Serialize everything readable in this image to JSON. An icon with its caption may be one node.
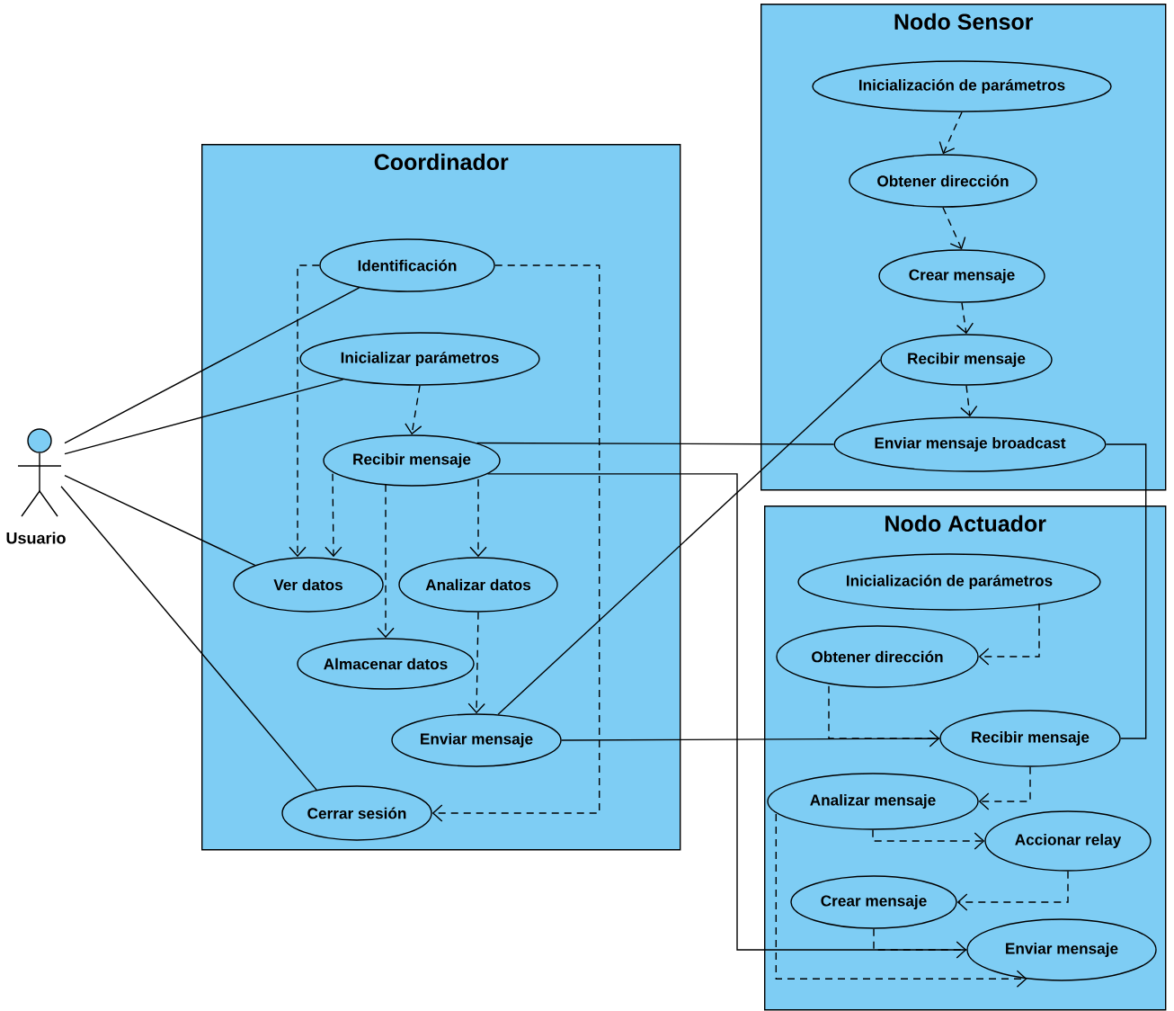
{
  "diagram": {
    "nodes": [
      {
        "text": [
          "Usuario"
        ]
      },
      {
        "text": [
          "Coordinador"
        ]
      },
      {
        "text": [
          "Identificación"
        ],
        "in": 1
      },
      {
        "text": [
          "Inicializar parámetros"
        ],
        "in": 1
      },
      {
        "text": [
          "Recibir mensaje"
        ],
        "in": 1
      },
      {
        "text": [
          "Ver datos"
        ],
        "in": 1
      },
      {
        "text": [
          "Analizar datos"
        ],
        "in": 1
      },
      {
        "text": [
          "Almacenar datos"
        ],
        "in": 1
      },
      {
        "text": [
          "Enviar mensaje"
        ],
        "in": 1
      },
      {
        "text": [
          "Cerrar sesión"
        ],
        "in": 1
      },
      {
        "text": [
          "Nodo Sensor"
        ]
      },
      {
        "text": [
          "Inicialización de parámetros"
        ],
        "in": 10
      },
      {
        "text": [
          "Obtener dirección"
        ],
        "in": 10
      },
      {
        "text": [
          "Crear mensaje"
        ],
        "in": 10
      },
      {
        "text": [
          "Recibir mensaje"
        ],
        "in": 10
      },
      {
        "text": [
          "Enviar mensaje broadcast"
        ],
        "in": 10
      },
      {
        "text": [
          "Nodo Actuador"
        ]
      },
      {
        "text": [
          "Inicialización de parámetros"
        ],
        "in": 16
      },
      {
        "text": [
          "Obtener dirección"
        ],
        "in": 16
      },
      {
        "text": [
          "Recibir mensaje"
        ],
        "in": 16
      },
      {
        "text": [
          "Analizar mensaje"
        ],
        "in": 16
      },
      {
        "text": [
          "Accionar relay"
        ],
        "in": 16
      },
      {
        "text": [
          "Crear mensaje"
        ],
        "in": 16
      },
      {
        "text": [
          "Enviar mensaje"
        ],
        "in": 16
      }
    ],
    "edges": [
      {
        "from": 0,
        "to": 2,
        "arrow": "none"
      },
      {
        "from": 0,
        "to": 3,
        "arrow": "none"
      },
      {
        "from": 0,
        "to": 5,
        "arrow": "none"
      },
      {
        "from": 0,
        "to": 9,
        "arrow": "none"
      },
      {
        "from": 2,
        "to": 5,
        "arrow": "to",
        "style": "dashed"
      },
      {
        "from": 2,
        "to": 9,
        "arrow": "to",
        "style": "dashed"
      },
      {
        "from": 3,
        "to": 4,
        "arrow": "to",
        "style": "dashed"
      },
      {
        "from": 4,
        "to": 5,
        "arrow": "to",
        "style": "dashed"
      },
      {
        "from": 4,
        "to": 7,
        "arrow": "to",
        "style": "dashed"
      },
      {
        "from": 4,
        "to": 6,
        "arrow": "to",
        "style": "dashed"
      },
      {
        "from": 6,
        "to": 8,
        "arrow": "to",
        "style": "dashed"
      },
      {
        "from": 4,
        "to": 15,
        "arrow": "none"
      },
      {
        "from": 4,
        "to": 23,
        "arrow": "none"
      },
      {
        "from": 8,
        "to": 14,
        "arrow": "none"
      },
      {
        "from": 8,
        "to": 19,
        "arrow": "none"
      },
      {
        "from": 15,
        "to": 19,
        "arrow": "none"
      },
      {
        "from": 11,
        "to": 12,
        "arrow": "to",
        "style": "dashed"
      },
      {
        "from": 12,
        "to": 13,
        "arrow": "to",
        "style": "dashed"
      },
      {
        "from": 13,
        "to": 14,
        "arrow": "to",
        "style": "dashed"
      },
      {
        "from": 14,
        "to": 15,
        "arrow": "to",
        "style": "dashed"
      },
      {
        "from": 17,
        "to": 18,
        "arrow": "to",
        "style": "dashed"
      },
      {
        "from": 18,
        "to": 19,
        "arrow": "to",
        "style": "dashed"
      },
      {
        "from": 19,
        "to": 20,
        "arrow": "to",
        "style": "dashed"
      },
      {
        "from": 20,
        "to": 21,
        "arrow": "to",
        "style": "dashed"
      },
      {
        "from": 21,
        "to": 22,
        "arrow": "to",
        "style": "dashed"
      },
      {
        "from": 22,
        "to": 23,
        "arrow": "to",
        "style": "dashed"
      },
      {
        "from": 20,
        "to": 23,
        "arrow": "to",
        "style": "dashed"
      }
    ]
  }
}
